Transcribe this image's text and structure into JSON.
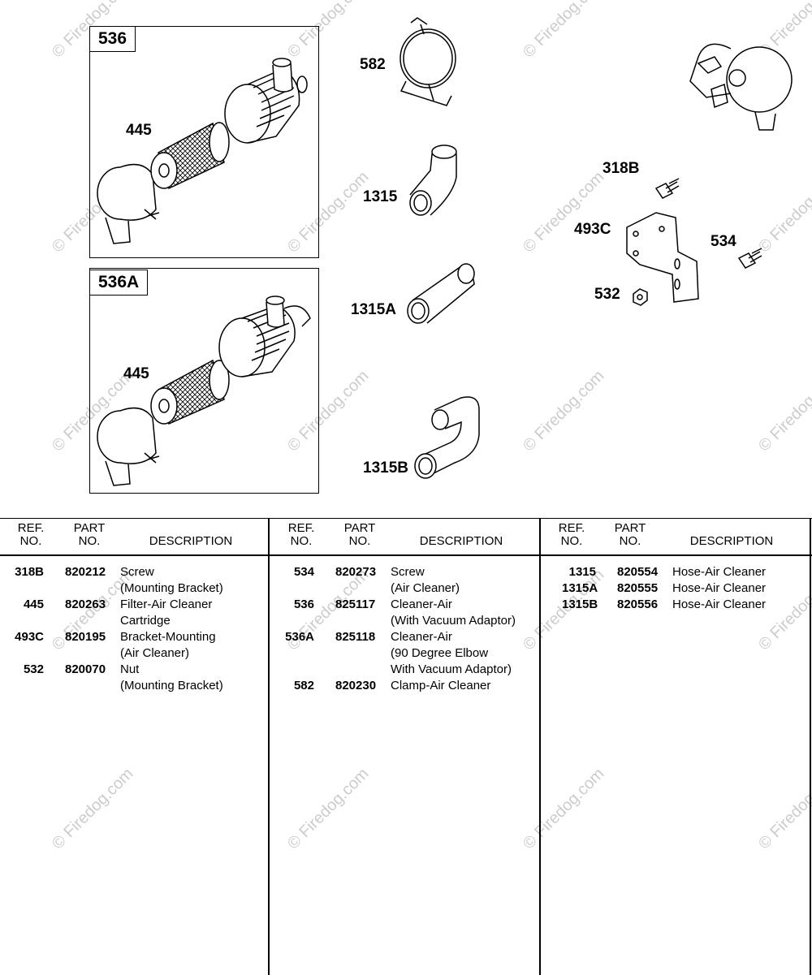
{
  "watermark": "© Firedog.com",
  "callouts": {
    "c536": "536",
    "c536A": "536A",
    "c445a": "445",
    "c445b": "445",
    "c582": "582",
    "c1315": "1315",
    "c1315A": "1315A",
    "c1315B": "1315B",
    "c318B": "318B",
    "c493C": "493C",
    "c534": "534",
    "c532": "532"
  },
  "table": {
    "headers": {
      "ref": "REF.\nNO.",
      "part": "PART\nNO.",
      "desc": "DESCRIPTION"
    },
    "columns": [
      [
        {
          "ref": "318B",
          "part": "820212",
          "desc": [
            "Screw",
            "(Mounting Bracket)"
          ]
        },
        {
          "ref": "445",
          "part": "820263",
          "desc": [
            "Filter-Air Cleaner",
            "Cartridge"
          ]
        },
        {
          "ref": "493C",
          "part": "820195",
          "desc": [
            "Bracket-Mounting",
            "(Air Cleaner)"
          ]
        },
        {
          "ref": "532",
          "part": "820070",
          "desc": [
            "Nut",
            "(Mounting Bracket)"
          ]
        }
      ],
      [
        {
          "ref": "534",
          "part": "820273",
          "desc": [
            "Screw",
            "(Air Cleaner)"
          ]
        },
        {
          "ref": "536",
          "part": "825117",
          "desc": [
            "Cleaner-Air",
            "(With Vacuum Adaptor)"
          ]
        },
        {
          "ref": "536A",
          "part": "825118",
          "desc": [
            "Cleaner-Air",
            "(90 Degree Elbow",
            "With Vacuum Adaptor)"
          ]
        },
        {
          "ref": "582",
          "part": "820230",
          "desc": [
            "Clamp-Air Cleaner"
          ]
        }
      ],
      [
        {
          "ref": "1315",
          "part": "820554",
          "desc": [
            "Hose-Air Cleaner"
          ]
        },
        {
          "ref": "1315A",
          "part": "820555",
          "desc": [
            "Hose-Air Cleaner"
          ]
        },
        {
          "ref": "1315B",
          "part": "820556",
          "desc": [
            "Hose-Air Cleaner"
          ]
        }
      ]
    ]
  }
}
